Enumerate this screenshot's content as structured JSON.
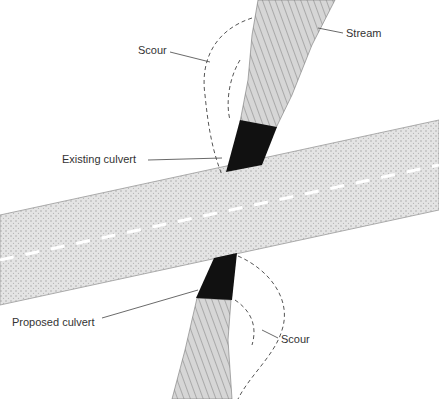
{
  "diagram": {
    "labels": [
      "Stream",
      "Scour",
      "Existing culvert",
      "Proposed culvert",
      "Scour"
    ]
  }
}
